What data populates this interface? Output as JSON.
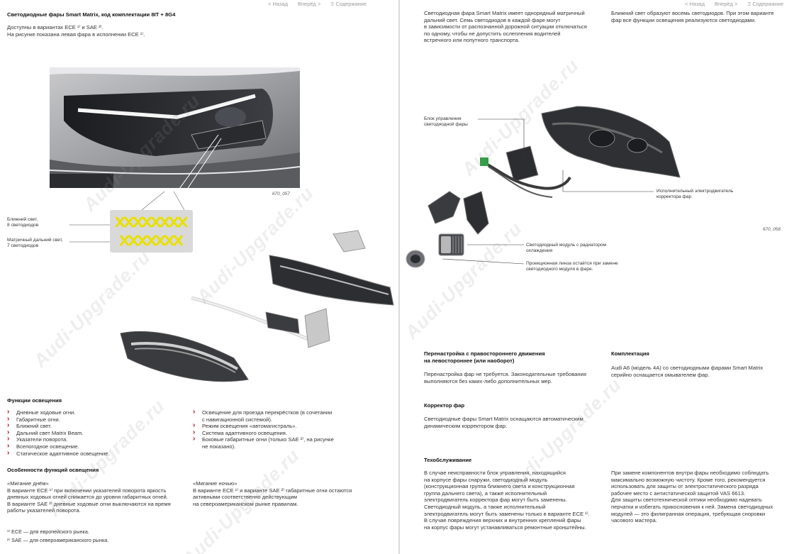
{
  "nav": {
    "back": "< Назад",
    "forward": "Вперёд >",
    "contents": "Ξ Содержание"
  },
  "left": {
    "title": "Светодиодные фары Smart Matrix, код комплектации 8IT + 8G4",
    "avail_line1": "Доступны в вариантах ECE ¹⁾ и SAE ²⁾.",
    "avail_line2": "На рисунке показана левая фара в исполнении ECE ¹⁾.",
    "fig1": "670_057",
    "low_beam": [
      "Ближний свет,",
      "8 светодиодов"
    ],
    "matrix_beam": [
      "Матричный дальний свет,",
      "7 светодиодов"
    ],
    "led_rows": [
      8,
      7
    ],
    "functions_title": "Функции освещения",
    "functions_col1": [
      "Дневные ходовые огни.",
      "Габаритные огни.",
      "Ближний свет.",
      "Дальний свет Matrix Beam.",
      "Указатели поворота.",
      "Всепогодное освещение.",
      "Статическое адаптивное освещение."
    ],
    "functions_col2": [
      {
        "t": "Освещение для проезда перекрёстков (в сочетании",
        "c": false
      },
      {
        "t": "с навигационной системой).",
        "c": true
      },
      {
        "t": "Режим освещения «автомагистраль».",
        "c": false
      },
      {
        "t": "Система адаптивного освещения.",
        "c": false
      },
      {
        "t": "Боковые габаритные огни (только SAE ²⁾, на рисунке",
        "c": false
      },
      {
        "t": "не показано).",
        "c": true
      }
    ],
    "features_title": "Особенности функций освещения",
    "day_title": "«Мигание днём»",
    "day_text": [
      "В варианте ECE ¹⁾ при включении указателей поворота яркость",
      "дневных ходовых огней снижается до уровня габаритных огней.",
      "В варианте SAE ²⁾ дневные ходовые огни выключаются на время",
      "работы указателей поворота."
    ],
    "night_title": "«Мигание ночью»",
    "night_text": [
      "В варианте ECE ¹⁾ и варианте SAE ²⁾ габаритные огни остаются",
      "активными соответственно действующим",
      "на североамериканском рынке правилам."
    ],
    "footnote1": "¹⁾ ECE — для европейского рынка.",
    "footnote2": "²⁾ SAE — для североамериканского рынка."
  },
  "right": {
    "intro_col1": [
      "Светодиодная фара Smart Matrix имеет однорядный матричный",
      "дальний свет. Семь светодиодов в каждой фаре могут",
      "в зависимости от распознанной дорожной ситуации отключаться",
      "по одному, чтобы не допустить ослепления водителей",
      "встречного или попутного транспорта."
    ],
    "intro_col2": [
      "Ближний свет образуют восемь светодиодов. При этом варианте",
      "фар все функции освещения реализуются светодиодами."
    ],
    "callout_control": [
      "Блок управления",
      "светодиодной фары"
    ],
    "callout_actuator": [
      "Исполнительный электродвигатель",
      "корректора фар"
    ],
    "callout_module": [
      "Светодиодный модуль с радиатором",
      "охлаждения"
    ],
    "callout_lens": [
      "Проекционная линза остаётся при замене",
      "светодиодного модуля в фаре."
    ],
    "fig2": "670_058",
    "conv_title": [
      "Перенастройка с правостороннего движения",
      "на левостороннее (или наоборот)"
    ],
    "conv_text": [
      "Перенастройка фар не требуется. Законодательные требования",
      "выполняются без каких-либо дополнительных мер."
    ],
    "equip_title": "Комплектация",
    "equip_text": [
      "Audi A6 (модель 4A) со светодиодными фарами Smart Matrix",
      "серийно оснащается омывателем фар."
    ],
    "corr_title": "Корректор фар",
    "corr_text": [
      "Светодиодные фары Smart Matrix оснащаются автоматическим",
      "динамическим корректором фар."
    ],
    "service_title": "Техобслуживание",
    "service_col1": [
      "В случае неисправности блок управления, находящийся",
      "на корпусе фары снаружи, светодиодный модуль",
      "(конструкционная группа ближнего света и конструкционная",
      "группа дальнего света), а также исполнительный",
      "электродвигатель корректора фар могут быть заменены.",
      "Светодиодный модуль, а также исполнительный",
      "электродвигатель могут быть заменены только в варианте ECE ¹⁾.",
      "В случае повреждения верхних и внутренних креплений фары",
      "на корпус фары могут устанавливаться ремонтные кронштейны."
    ],
    "service_col2": [
      "При замене компонентов внутри фары необходимо соблюдать",
      "максимально возможную чистоту. Кроме того, рекомендуется",
      "использовать для защиты от электростатического разряда",
      "рабочее место с антистатической защитой VAS 6613.",
      "Для защиты светотехнической оптики необходимо надевать",
      "перчатки и избегать прикосновения к ней. Замена светодиодных",
      "модулей — это филигранная операция, требующая сноровки",
      "часового мастера."
    ]
  },
  "watermark": "Audi-Upgrade.ru",
  "colors": {
    "accent": "#c4001a",
    "led": "#e8e000",
    "led_bg": "#d9d9d9"
  }
}
